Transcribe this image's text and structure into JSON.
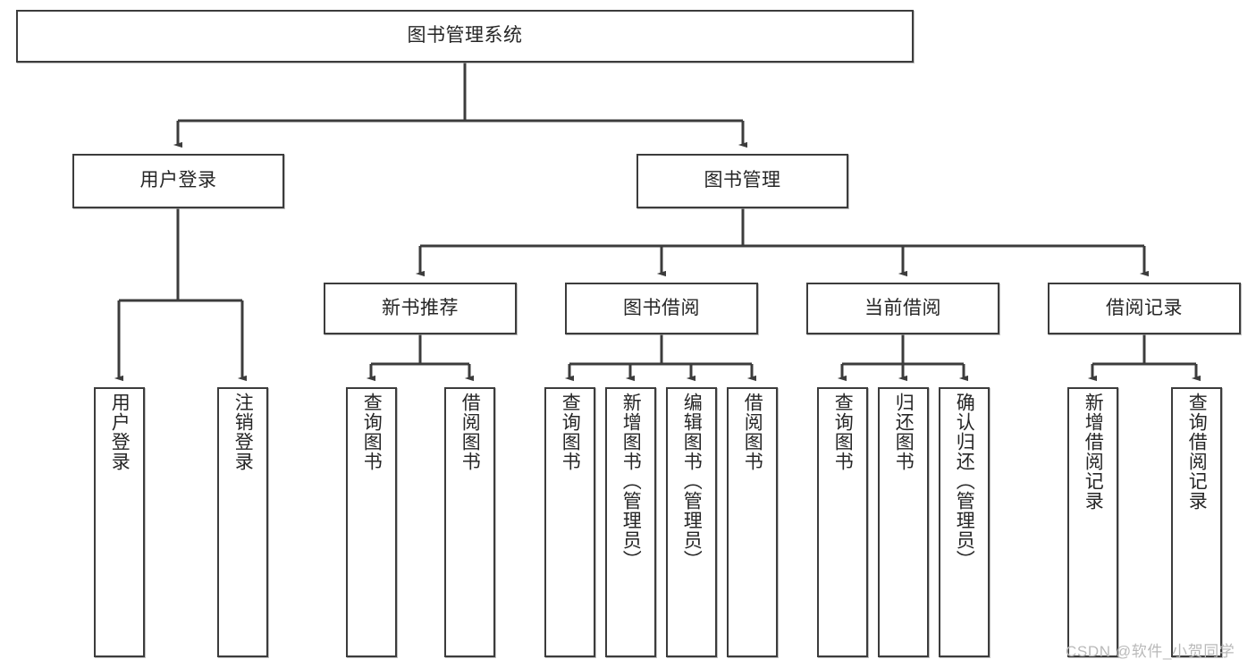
{
  "diagram": {
    "type": "tree-hierarchy",
    "title": "图书管理系统",
    "root": {
      "label": "图书管理系统"
    },
    "level2": [
      {
        "label": "用户登录"
      },
      {
        "label": "图书管理"
      }
    ],
    "level3": [
      {
        "label": "新书推荐"
      },
      {
        "label": "图书借阅"
      },
      {
        "label": "当前借阅"
      },
      {
        "label": "借阅记录"
      }
    ],
    "leaves": {
      "user_login": [
        {
          "label": "用户登录"
        },
        {
          "label": "注销登录"
        }
      ],
      "new_book_recommend": [
        {
          "label": "查询图书"
        },
        {
          "label": "借阅图书"
        }
      ],
      "book_borrow": [
        {
          "label": "查询图书"
        },
        {
          "label": "新增图书（管理员）"
        },
        {
          "label": "编辑图书（管理员）"
        },
        {
          "label": "借阅图书"
        }
      ],
      "current_borrow": [
        {
          "label": "查询图书"
        },
        {
          "label": "归还图书"
        },
        {
          "label": "确认归还（管理员）"
        }
      ],
      "borrow_record": [
        {
          "label": "新增借阅记录"
        },
        {
          "label": "查询借阅记录"
        }
      ]
    }
  },
  "watermark": {
    "text": "CSDN @软件_小贺同学"
  },
  "colors": {
    "border": "#3c3c3c",
    "text": "#262626",
    "background": "#ffffff",
    "watermark": "#b9b9b9"
  }
}
